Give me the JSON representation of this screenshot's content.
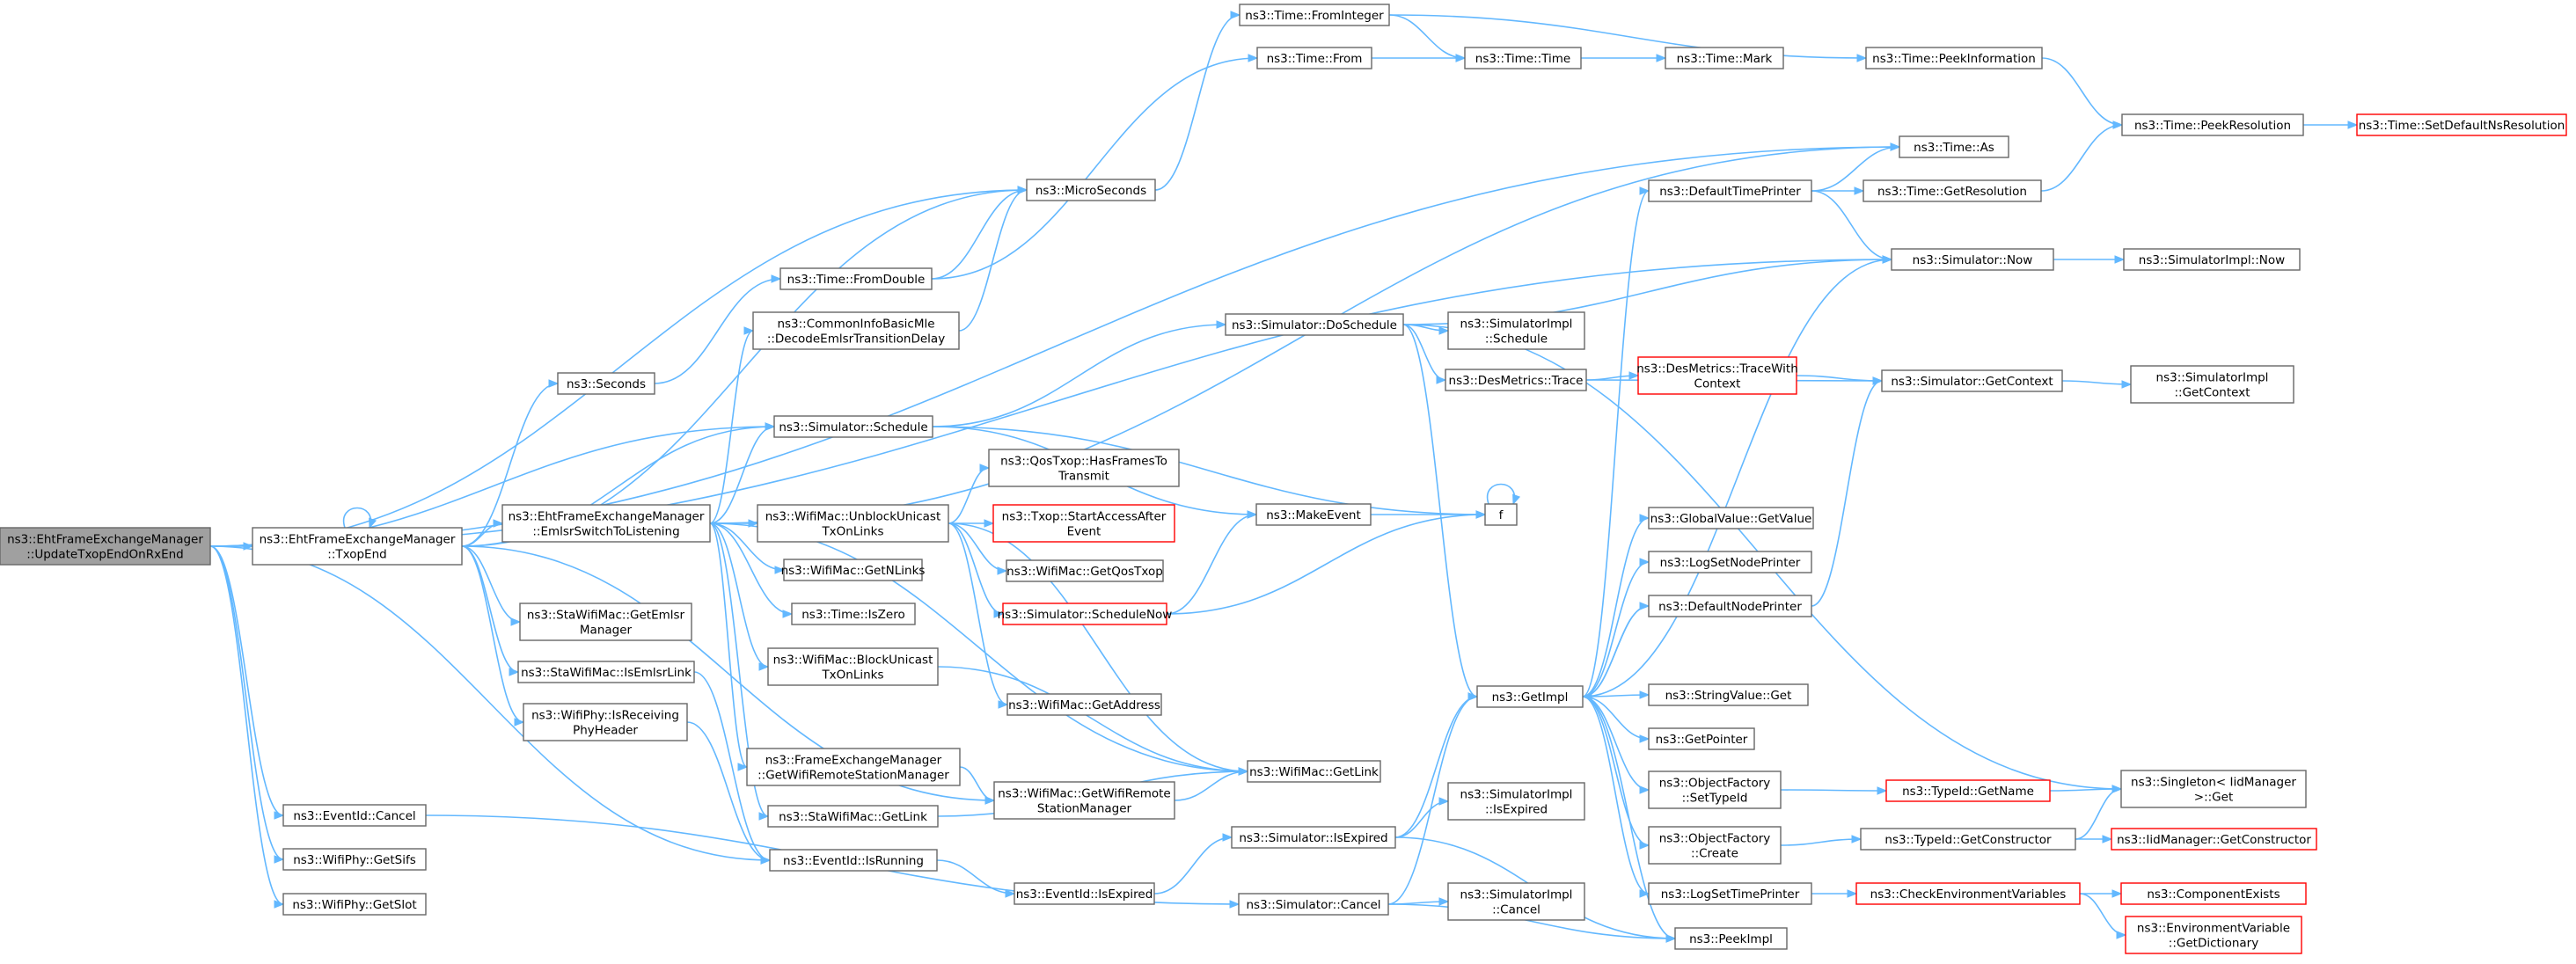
{
  "graph": {
    "edge_color": "#63b8ff",
    "node_border": "#666666",
    "truncated_border": "#ff0000",
    "root_fill": "#a0a0a0",
    "nodes": [
      {
        "id": "root",
        "lines": [
          "ns3::EhtFrameExchangeManager",
          "::UpdateTxopEndOnRxEnd"
        ],
        "kind": "root"
      },
      {
        "id": "txopend",
        "lines": [
          "ns3::EhtFrameExchangeManager",
          "::TxopEnd"
        ]
      },
      {
        "id": "evcancel",
        "lines": [
          "ns3::EventId::Cancel"
        ]
      },
      {
        "id": "getsifs",
        "lines": [
          "ns3::WifiPhy::GetSifs"
        ]
      },
      {
        "id": "getslot",
        "lines": [
          "ns3::WifiPhy::GetSlot"
        ]
      },
      {
        "id": "seconds",
        "lines": [
          "ns3::Seconds"
        ]
      },
      {
        "id": "emlsr",
        "lines": [
          "ns3::EhtFrameExchangeManager",
          "::EmlsrSwitchToListening"
        ]
      },
      {
        "id": "getemlsrmgr",
        "lines": [
          "ns3::StaWifiMac::GetEmlsr",
          "Manager"
        ]
      },
      {
        "id": "isemlsrlink",
        "lines": [
          "ns3::StaWifiMac::IsEmlsrLink"
        ]
      },
      {
        "id": "isreceiving",
        "lines": [
          "ns3::WifiPhy::IsReceiving",
          "PhyHeader"
        ]
      },
      {
        "id": "fromdouble",
        "lines": [
          "ns3::Time::FromDouble"
        ]
      },
      {
        "id": "decodeemlsr",
        "lines": [
          "ns3::CommonInfoBasicMle",
          "::DecodeEmlsrTransitionDelay"
        ]
      },
      {
        "id": "schedule",
        "lines": [
          "ns3::Simulator::Schedule"
        ]
      },
      {
        "id": "fem_getwrsm",
        "lines": [
          "ns3::FrameExchangeManager",
          "::GetWifiRemoteStationManager"
        ]
      },
      {
        "id": "sta_getlink",
        "lines": [
          "ns3::StaWifiMac::GetLink"
        ]
      },
      {
        "id": "isrunning",
        "lines": [
          "ns3::EventId::IsRunning"
        ]
      },
      {
        "id": "microseconds",
        "lines": [
          "ns3::MicroSeconds"
        ]
      },
      {
        "id": "unblock",
        "lines": [
          "ns3::WifiMac::UnblockUnicast",
          "TxOnLinks"
        ]
      },
      {
        "id": "getnlinks",
        "lines": [
          "ns3::WifiMac::GetNLinks"
        ]
      },
      {
        "id": "iszero",
        "lines": [
          "ns3::Time::IsZero"
        ]
      },
      {
        "id": "block",
        "lines": [
          "ns3::WifiMac::BlockUnicast",
          "TxOnLinks"
        ]
      },
      {
        "id": "qoshasframes",
        "lines": [
          "ns3::QosTxop::HasFramesTo",
          "Transmit"
        ]
      },
      {
        "id": "startaccess",
        "lines": [
          "ns3::Txop::StartAccessAfter",
          "Event"
        ],
        "kind": "trunc"
      },
      {
        "id": "getqostxop",
        "lines": [
          "ns3::WifiMac::GetQosTxop"
        ]
      },
      {
        "id": "schednow",
        "lines": [
          "ns3::Simulator::ScheduleNow"
        ],
        "kind": "trunc"
      },
      {
        "id": "getaddress",
        "lines": [
          "ns3::WifiMac::GetAddress"
        ]
      },
      {
        "id": "mac_getwrsm",
        "lines": [
          "ns3::WifiMac::GetWifiRemote",
          "StationManager"
        ]
      },
      {
        "id": "evisexpired",
        "lines": [
          "ns3::EventId::IsExpired"
        ]
      },
      {
        "id": "fromint",
        "lines": [
          "ns3::Time::FromInteger"
        ]
      },
      {
        "id": "timefrom",
        "lines": [
          "ns3::Time::From"
        ]
      },
      {
        "id": "timetime",
        "lines": [
          "ns3::Time::Time"
        ]
      },
      {
        "id": "timemark",
        "lines": [
          "ns3::Time::Mark"
        ]
      },
      {
        "id": "doschedule",
        "lines": [
          "ns3::Simulator::DoSchedule"
        ]
      },
      {
        "id": "makeevent",
        "lines": [
          "ns3::MakeEvent"
        ]
      },
      {
        "id": "f",
        "lines": [
          "f"
        ]
      },
      {
        "id": "mac_getlink",
        "lines": [
          "ns3::WifiMac::GetLink"
        ]
      },
      {
        "id": "simisexpired",
        "lines": [
          "ns3::Simulator::IsExpired"
        ]
      },
      {
        "id": "simcancel",
        "lines": [
          "ns3::Simulator::Cancel"
        ]
      },
      {
        "id": "getimpl",
        "lines": [
          "ns3::GetImpl"
        ]
      },
      {
        "id": "simimpl_sched",
        "lines": [
          "ns3::SimulatorImpl",
          "::Schedule"
        ]
      },
      {
        "id": "desmetrics",
        "lines": [
          "ns3::DesMetrics::Trace"
        ]
      },
      {
        "id": "simimpl_isexp",
        "lines": [
          "ns3::SimulatorImpl",
          "::IsExpired"
        ]
      },
      {
        "id": "simimpl_cancel",
        "lines": [
          "ns3::SimulatorImpl",
          "::Cancel"
        ]
      },
      {
        "id": "deftimeprinter",
        "lines": [
          "ns3::DefaultTimePrinter"
        ]
      },
      {
        "id": "tracewithctx",
        "lines": [
          "ns3::DesMetrics::TraceWith",
          "Context"
        ],
        "kind": "trunc"
      },
      {
        "id": "globalvalue",
        "lines": [
          "ns3::GlobalValue::GetValue"
        ]
      },
      {
        "id": "logsetnode",
        "lines": [
          "ns3::LogSetNodePrinter"
        ]
      },
      {
        "id": "defnodeprinter",
        "lines": [
          "ns3::DefaultNodePrinter"
        ]
      },
      {
        "id": "stringvalue",
        "lines": [
          "ns3::StringValue::Get"
        ]
      },
      {
        "id": "getpointer",
        "lines": [
          "ns3::GetPointer"
        ]
      },
      {
        "id": "objsettypeid",
        "lines": [
          "ns3::ObjectFactory",
          "::SetTypeId"
        ]
      },
      {
        "id": "objcreate",
        "lines": [
          "ns3::ObjectFactory",
          "::Create"
        ]
      },
      {
        "id": "logsettime",
        "lines": [
          "ns3::LogSetTimePrinter"
        ]
      },
      {
        "id": "peekimpl",
        "lines": [
          "ns3::PeekImpl"
        ]
      },
      {
        "id": "peekinfo",
        "lines": [
          "ns3::Time::PeekInformation"
        ]
      },
      {
        "id": "timeas",
        "lines": [
          "ns3::Time::As"
        ]
      },
      {
        "id": "getres",
        "lines": [
          "ns3::Time::GetResolution"
        ]
      },
      {
        "id": "simnow",
        "lines": [
          "ns3::Simulator::Now"
        ]
      },
      {
        "id": "getcontext",
        "lines": [
          "ns3::Simulator::GetContext"
        ]
      },
      {
        "id": "typeidgetname",
        "lines": [
          "ns3::TypeId::GetName"
        ],
        "kind": "trunc"
      },
      {
        "id": "typeidgetctor",
        "lines": [
          "ns3::TypeId::GetConstructor"
        ]
      },
      {
        "id": "checkenv",
        "lines": [
          "ns3::CheckEnvironmentVariables"
        ],
        "kind": "trunc"
      },
      {
        "id": "peekres",
        "lines": [
          "ns3::Time::PeekResolution"
        ]
      },
      {
        "id": "simimplnow",
        "lines": [
          "ns3::SimulatorImpl::Now"
        ]
      },
      {
        "id": "simimplctx",
        "lines": [
          "ns3::SimulatorImpl",
          "::GetContext"
        ]
      },
      {
        "id": "singleton",
        "lines": [
          "ns3::Singleton< IidManager",
          ">::Get"
        ]
      },
      {
        "id": "iidgetctor",
        "lines": [
          "ns3::IidManager::GetConstructor"
        ],
        "kind": "trunc"
      },
      {
        "id": "compexists",
        "lines": [
          "ns3::ComponentExists"
        ],
        "kind": "trunc"
      },
      {
        "id": "envgetdict",
        "lines": [
          "ns3::EnvironmentVariable",
          "::GetDictionary"
        ],
        "kind": "trunc"
      },
      {
        "id": "setdefres",
        "lines": [
          "ns3::Time::SetDefaultNsResolution"
        ],
        "kind": "trunc"
      }
    ],
    "edges": [
      [
        "root",
        "txopend"
      ],
      [
        "root",
        "evcancel"
      ],
      [
        "root",
        "getsifs"
      ],
      [
        "root",
        "getslot"
      ],
      [
        "root",
        "isrunning"
      ],
      [
        "root",
        "microseconds"
      ],
      [
        "root",
        "schedule"
      ],
      [
        "root",
        "timeas"
      ],
      [
        "root",
        "simnow"
      ],
      [
        "txopend",
        "txopend"
      ],
      [
        "txopend",
        "seconds"
      ],
      [
        "txopend",
        "emlsr"
      ],
      [
        "txopend",
        "getemlsrmgr"
      ],
      [
        "txopend",
        "isemlsrlink"
      ],
      [
        "txopend",
        "isreceiving"
      ],
      [
        "txopend",
        "schedule"
      ],
      [
        "txopend",
        "microseconds"
      ],
      [
        "txopend",
        "mac_getwrsm"
      ],
      [
        "seconds",
        "fromdouble"
      ],
      [
        "fromdouble",
        "microseconds"
      ],
      [
        "fromdouble",
        "timefrom"
      ],
      [
        "emlsr",
        "decodeemlsr"
      ],
      [
        "emlsr",
        "schedule"
      ],
      [
        "emlsr",
        "unblock"
      ],
      [
        "emlsr",
        "getnlinks"
      ],
      [
        "emlsr",
        "iszero"
      ],
      [
        "emlsr",
        "block"
      ],
      [
        "emlsr",
        "fem_getwrsm"
      ],
      [
        "emlsr",
        "sta_getlink"
      ],
      [
        "emlsr",
        "mac_getlink"
      ],
      [
        "emlsr",
        "timeas"
      ],
      [
        "decodeemlsr",
        "microseconds"
      ],
      [
        "schedule",
        "doschedule"
      ],
      [
        "schedule",
        "makeevent"
      ],
      [
        "schedule",
        "f"
      ],
      [
        "isemlsrlink",
        "isrunning"
      ],
      [
        "isreceiving",
        "isrunning"
      ],
      [
        "fem_getwrsm",
        "mac_getwrsm"
      ],
      [
        "sta_getlink",
        "mac_getlink"
      ],
      [
        "mac_getwrsm",
        "mac_getlink"
      ],
      [
        "block",
        "mac_getlink"
      ],
      [
        "unblock",
        "qoshasframes"
      ],
      [
        "unblock",
        "startaccess"
      ],
      [
        "unblock",
        "getqostxop"
      ],
      [
        "unblock",
        "schednow"
      ],
      [
        "unblock",
        "getaddress"
      ],
      [
        "unblock",
        "mac_getlink"
      ],
      [
        "schednow",
        "makeevent"
      ],
      [
        "schednow",
        "f"
      ],
      [
        "makeevent",
        "f"
      ],
      [
        "f",
        "f"
      ],
      [
        "isrunning",
        "evisexpired"
      ],
      [
        "evisexpired",
        "simisexpired"
      ],
      [
        "evcancel",
        "simcancel"
      ],
      [
        "microseconds",
        "fromint"
      ],
      [
        "fromint",
        "timetime"
      ],
      [
        "fromint",
        "peekinfo"
      ],
      [
        "timefrom",
        "timetime"
      ],
      [
        "timetime",
        "timemark"
      ],
      [
        "peekinfo",
        "peekres"
      ],
      [
        "peekres",
        "setdefres"
      ],
      [
        "doschedule",
        "simnow"
      ],
      [
        "doschedule",
        "simimpl_sched"
      ],
      [
        "doschedule",
        "desmetrics"
      ],
      [
        "doschedule",
        "getimpl"
      ],
      [
        "doschedule",
        "singleton"
      ],
      [
        "desmetrics",
        "tracewithctx"
      ],
      [
        "desmetrics",
        "getcontext"
      ],
      [
        "tracewithctx",
        "getcontext"
      ],
      [
        "simisexpired",
        "getimpl"
      ],
      [
        "simisexpired",
        "simimpl_isexp"
      ],
      [
        "simisexpired",
        "peekimpl"
      ],
      [
        "simcancel",
        "getimpl"
      ],
      [
        "simcancel",
        "simimpl_cancel"
      ],
      [
        "simcancel",
        "peekimpl"
      ],
      [
        "getimpl",
        "deftimeprinter"
      ],
      [
        "getimpl",
        "globalvalue"
      ],
      [
        "getimpl",
        "logsetnode"
      ],
      [
        "getimpl",
        "defnodeprinter"
      ],
      [
        "getimpl",
        "stringvalue"
      ],
      [
        "getimpl",
        "getpointer"
      ],
      [
        "getimpl",
        "objsettypeid"
      ],
      [
        "getimpl",
        "objcreate"
      ],
      [
        "getimpl",
        "logsettime"
      ],
      [
        "getimpl",
        "peekimpl"
      ],
      [
        "getimpl",
        "simnow"
      ],
      [
        "deftimeprinter",
        "timeas"
      ],
      [
        "deftimeprinter",
        "getres"
      ],
      [
        "deftimeprinter",
        "simnow"
      ],
      [
        "defnodeprinter",
        "getcontext"
      ],
      [
        "defnodeprinter",
        "getimpl"
      ],
      [
        "getres",
        "peekres"
      ],
      [
        "simnow",
        "simimplnow"
      ],
      [
        "getcontext",
        "simimplctx"
      ],
      [
        "objsettypeid",
        "typeidgetname"
      ],
      [
        "objcreate",
        "typeidgetctor"
      ],
      [
        "typeidgetname",
        "singleton"
      ],
      [
        "typeidgetctor",
        "singleton"
      ],
      [
        "typeidgetctor",
        "iidgetctor"
      ],
      [
        "logsettime",
        "checkenv"
      ],
      [
        "checkenv",
        "compexists"
      ],
      [
        "checkenv",
        "envgetdict"
      ]
    ]
  }
}
